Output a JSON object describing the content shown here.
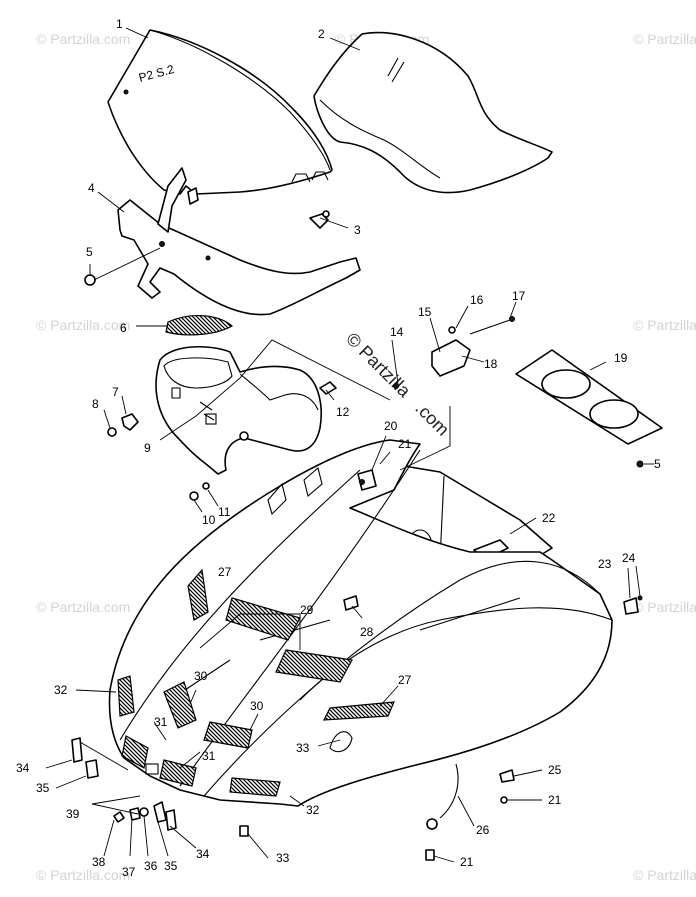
{
  "watermark": {
    "small": "© Partzilla.com",
    "center_line1": "© Partzilla",
    "center_line2": ".com"
  },
  "callouts": {
    "c1": "1",
    "c2": "2",
    "c3": "3",
    "c4": "4",
    "c5a": "5",
    "c5b": "5",
    "c6": "6",
    "c7": "7",
    "c8": "8",
    "c9": "9",
    "c10": "10",
    "c11": "11",
    "c12": "12",
    "c14": "14",
    "c15": "15",
    "c16": "16",
    "c17": "17",
    "c18": "18",
    "c19": "19",
    "c20": "20",
    "c21a": "21",
    "c21b": "21",
    "c21c": "21",
    "c22": "22",
    "c23": "23",
    "c24": "24",
    "c25": "25",
    "c26": "26",
    "c27a": "27",
    "c27b": "27",
    "c28": "28",
    "c29": "29",
    "c30a": "30",
    "c30b": "30",
    "c31a": "31",
    "c31b": "31",
    "c32a": "32",
    "c32b": "32",
    "c33a": "33",
    "c33b": "33",
    "c34a": "34",
    "c34b": "34",
    "c35a": "35",
    "c35b": "35",
    "c36": "36",
    "c37": "37",
    "c38": "38",
    "c39": "39"
  }
}
